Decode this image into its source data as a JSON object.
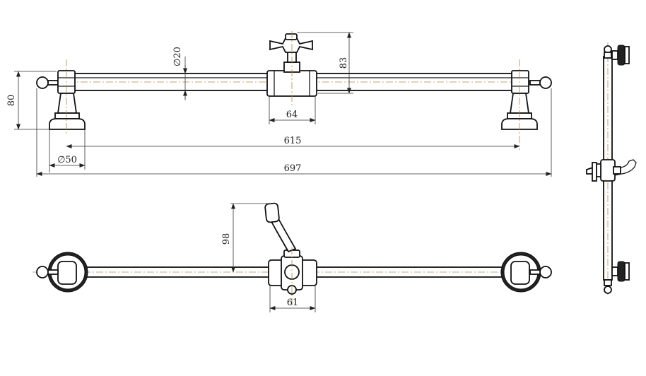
{
  "drawing": {
    "dimensions": {
      "overall_length": "697",
      "center_distance": "615",
      "base_diameter": "∅50",
      "bar_diameter": "∅20",
      "height": "80",
      "valve_height": "83",
      "valve_width": "64",
      "handle_height": "98",
      "valve_width_top_view": "61"
    }
  }
}
